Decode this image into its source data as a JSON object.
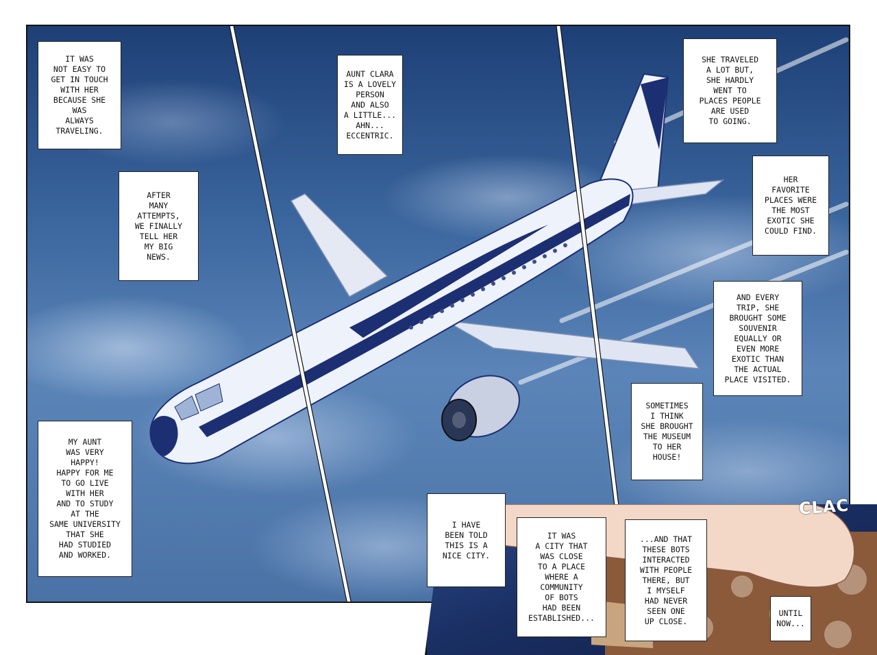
{
  "captions": {
    "c1": "It was\nnot easy to\nget in touch\nwith her\nbecause she\nwas\nalways\ntraveling.",
    "c2": "Aunt Clara\nis a lovely\nperson\nand also\na little...\nahn...\neccentric.",
    "c3": "She traveled\na lot but,\nshe hardly\nwent to\nplaces people\nare used\nto going.",
    "c4": "After\nmany\nattempts,\nwe finally\ntell her\nmy big\nnews.",
    "c5": "Her\nfavorite\nplaces were\nthe most\nexotic she\ncould find.",
    "c6": "And every\ntrip, she\nbrought some\nsouvenir\nequally or\neven more\nexotic than\nthe actual\nplace visited.",
    "c7": "Sometimes\nI think\nshe brought\nthe museum\nto her\nhouse!",
    "c8": "My aunt\nwas very\nhappy!\nHappy for me\nto go live\nwith her\nand to study\nat the\nsame university\nthat she\nhad studied\nand worked.",
    "c9": "I have\nbeen told\nthis is a\nnice city.",
    "c10": "It was\na city that\nwas close\nto a place\nwhere a\ncommunity\nof bots\nhad been\nestablished...",
    "c11": "...And that\nthese bots\ninteracted\nwith people\nthere, but\nI myself\nhad never\nseen one\nup close.",
    "c12": "Until\nnow..."
  },
  "sfx": "CLAC",
  "colors": {
    "sky": "#3c679f",
    "plane_body": "#eef2fa",
    "plane_stripe": "#1c2f72",
    "inset_bg": "#1a2f63"
  }
}
